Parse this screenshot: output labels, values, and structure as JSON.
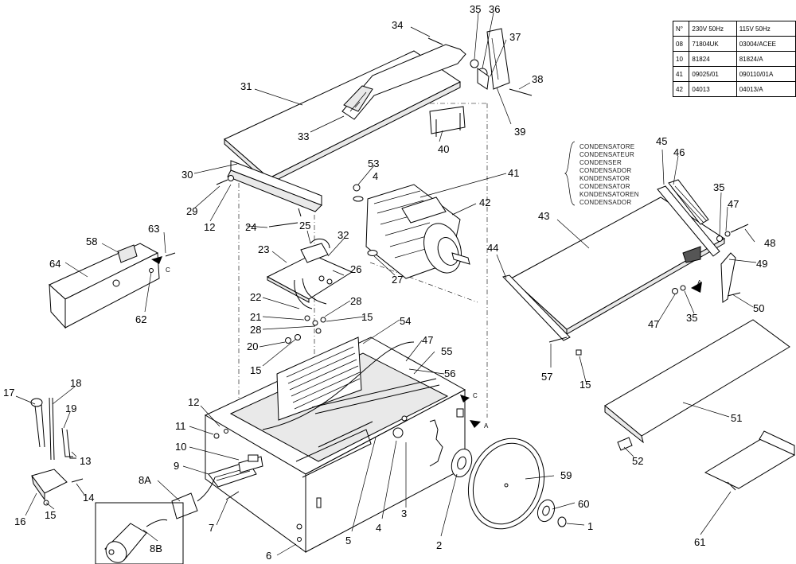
{
  "part_labels": [
    {
      "id": "p34",
      "text": "34"
    },
    {
      "id": "p35a",
      "text": "35"
    },
    {
      "id": "p36",
      "text": "36"
    },
    {
      "id": "p37",
      "text": "37"
    },
    {
      "id": "p38",
      "text": "38"
    },
    {
      "id": "p31",
      "text": "31"
    },
    {
      "id": "p33",
      "text": "33"
    },
    {
      "id": "p39",
      "text": "39"
    },
    {
      "id": "p40",
      "text": "40"
    },
    {
      "id": "p41",
      "text": "41"
    },
    {
      "id": "p42",
      "text": "42"
    },
    {
      "id": "p53",
      "text": "53"
    },
    {
      "id": "p4a",
      "text": "4"
    },
    {
      "id": "p30",
      "text": "30"
    },
    {
      "id": "p29",
      "text": "29"
    },
    {
      "id": "p12a",
      "text": "12"
    },
    {
      "id": "p24",
      "text": "24"
    },
    {
      "id": "p25",
      "text": "25"
    },
    {
      "id": "p63",
      "text": "63"
    },
    {
      "id": "p58",
      "text": "58"
    },
    {
      "id": "p64",
      "text": "64"
    },
    {
      "id": "p62",
      "text": "62"
    },
    {
      "id": "p23",
      "text": "23"
    },
    {
      "id": "p32",
      "text": "32"
    },
    {
      "id": "p26",
      "text": "26"
    },
    {
      "id": "p27",
      "text": "27"
    },
    {
      "id": "p22",
      "text": "22"
    },
    {
      "id": "p28a",
      "text": "28"
    },
    {
      "id": "p21",
      "text": "21"
    },
    {
      "id": "p28b",
      "text": "28"
    },
    {
      "id": "p15a",
      "text": "15"
    },
    {
      "id": "p20",
      "text": "20"
    },
    {
      "id": "p15b",
      "text": "15"
    },
    {
      "id": "p54",
      "text": "54"
    },
    {
      "id": "p47a",
      "text": "47"
    },
    {
      "id": "p55",
      "text": "55"
    },
    {
      "id": "p56",
      "text": "56"
    },
    {
      "id": "p45",
      "text": "45"
    },
    {
      "id": "p46",
      "text": "46"
    },
    {
      "id": "p35b",
      "text": "35"
    },
    {
      "id": "p47b",
      "text": "47"
    },
    {
      "id": "p48",
      "text": "48"
    },
    {
      "id": "p43",
      "text": "43"
    },
    {
      "id": "p44",
      "text": "44"
    },
    {
      "id": "p49",
      "text": "49"
    },
    {
      "id": "p47c",
      "text": "47"
    },
    {
      "id": "p35c",
      "text": "35"
    },
    {
      "id": "p50",
      "text": "50"
    },
    {
      "id": "p57",
      "text": "57"
    },
    {
      "id": "p15c",
      "text": "15"
    },
    {
      "id": "p51",
      "text": "51"
    },
    {
      "id": "p52",
      "text": "52"
    },
    {
      "id": "p17",
      "text": "17"
    },
    {
      "id": "p18",
      "text": "18"
    },
    {
      "id": "p19",
      "text": "19"
    },
    {
      "id": "p13",
      "text": "13"
    },
    {
      "id": "p12b",
      "text": "12"
    },
    {
      "id": "p11",
      "text": "11"
    },
    {
      "id": "p10",
      "text": "10"
    },
    {
      "id": "p9",
      "text": "9"
    },
    {
      "id": "p8A",
      "text": "8A"
    },
    {
      "id": "p14",
      "text": "14"
    },
    {
      "id": "p16",
      "text": "16"
    },
    {
      "id": "p15d",
      "text": "15"
    },
    {
      "id": "p7",
      "text": "7"
    },
    {
      "id": "p8B",
      "text": "8B"
    },
    {
      "id": "p6",
      "text": "6"
    },
    {
      "id": "p5",
      "text": "5"
    },
    {
      "id": "p4b",
      "text": "4"
    },
    {
      "id": "p3",
      "text": "3"
    },
    {
      "id": "p2",
      "text": "2"
    },
    {
      "id": "p59",
      "text": "59"
    },
    {
      "id": "p60",
      "text": "60"
    },
    {
      "id": "p1",
      "text": "1"
    },
    {
      "id": "p61",
      "text": "61"
    }
  ],
  "condenser_names": [
    "CONDENSATORE",
    "CONDENSATEUR",
    "CONDENSER",
    "CONDENSADOR",
    "KONDENSATOR",
    "CONDENSATOR",
    "KONDENSATOREN",
    "CONDENSADOR"
  ],
  "marks": {
    "a1": "A",
    "a2": "A",
    "c1": "C",
    "c2": "C"
  },
  "ref_table": {
    "header": [
      "N°",
      "230V 50Hz",
      "115V 50Hz"
    ],
    "rows": [
      [
        "08",
        "71804UK",
        "03004/ACEE"
      ],
      [
        "10",
        "81824",
        "81824/A"
      ],
      [
        "41",
        "09025/01",
        "090110/01A"
      ],
      [
        "42",
        "04013",
        "04013/A"
      ]
    ]
  }
}
